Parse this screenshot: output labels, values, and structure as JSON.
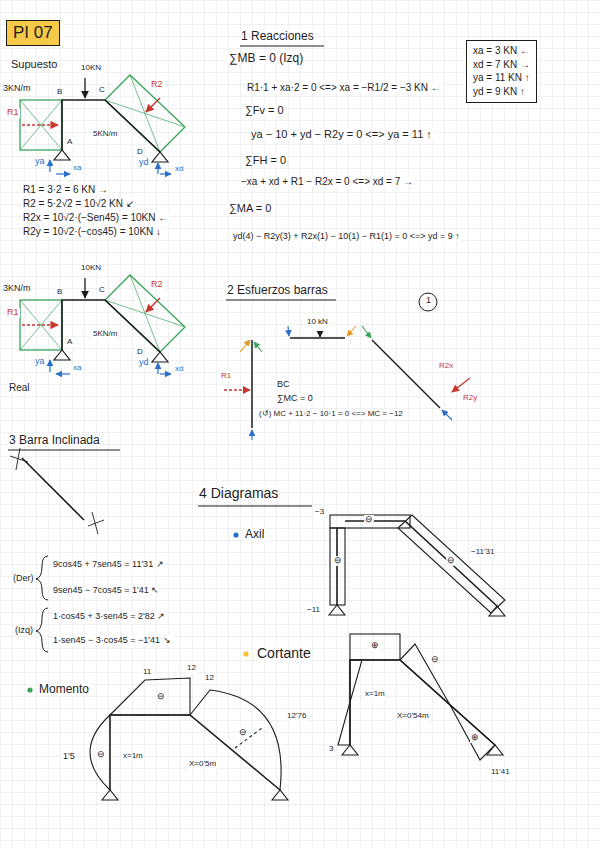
{
  "diagram": {
    "title": "PI 07",
    "nodes": [
      {
        "text": [
          "xa = 3 KN ←",
          "xd = 7 KN →",
          "ya = 11 KN ↑",
          "yd = 9 KN ↑"
        ]
      }
    ],
    "labels": [
      "Supuesto",
      "3KN/m",
      "R1",
      "10KN",
      "B",
      "C",
      "R2",
      "5KN/m",
      "D",
      "A",
      "ya",
      "xa",
      "yd",
      "xd",
      "R1 = 3·2 = 6 KN →",
      "R2 = 5·2√2 = 10√2 KN ↙",
      "R2x = 10√2·(−Sen45) = 10KN ←",
      "R2y = 10√2·(−cos45) = 10KN ↓",
      "1 Reacciones",
      "∑MB = 0 (Izq)",
      "R1·1 + xa·2 = 0 <=> xa = −R1/2 = −3 KN ←",
      "∑Fv = 0",
      "ya − 10 + yd − R2y = 0 <=> ya = 11 ↑",
      "∑FH = 0",
      "−xa + xd + R1 − R2x = 0 <=> xd = 7 →",
      "∑MA = 0",
      "yd(4) − R2y(3) + R2x(1) − 10(1) − R1(1) = 0 <=> yd = 9 ↑",
      "10KN",
      "3KN/m",
      "R1",
      "B",
      "C",
      "R2",
      "5KN/m",
      "A",
      "ya",
      "xa",
      "yd",
      "xd",
      "Real",
      "D",
      "2 Esfuerzos barras",
      "1",
      "10 kN",
      "R1",
      "BC",
      "∑MC = 0",
      "(↺) MC + 11·2 − 10·1 = 0 <=> MC = −12",
      "R2x",
      "R2y",
      "3 Barra Inclinada",
      "9cos45 + 7sen45 = 11'31 ↗",
      "9sen45 − 7cos45 = 1'41 ↖",
      "(Der)",
      "1·cos45 + 3·sen45 = 2'82 ↗",
      "1·sen45 − 3·cos45 = −1'41 ↘",
      "(Izq)",
      "4 Diagramas",
      "Axil",
      "−3",
      "⊖",
      "−11'31",
      "⊖",
      "⊖",
      "−11",
      "Cortante",
      "⊕",
      "x=1m",
      "⊖",
      "⊕",
      "3",
      "X=0'54m",
      "11'41",
      "Momento",
      "1'5",
      "⊖",
      "x=1m",
      "11",
      "12",
      "⊖",
      "12",
      "12'76",
      "⊖",
      "X=0'5m"
    ]
  }
}
